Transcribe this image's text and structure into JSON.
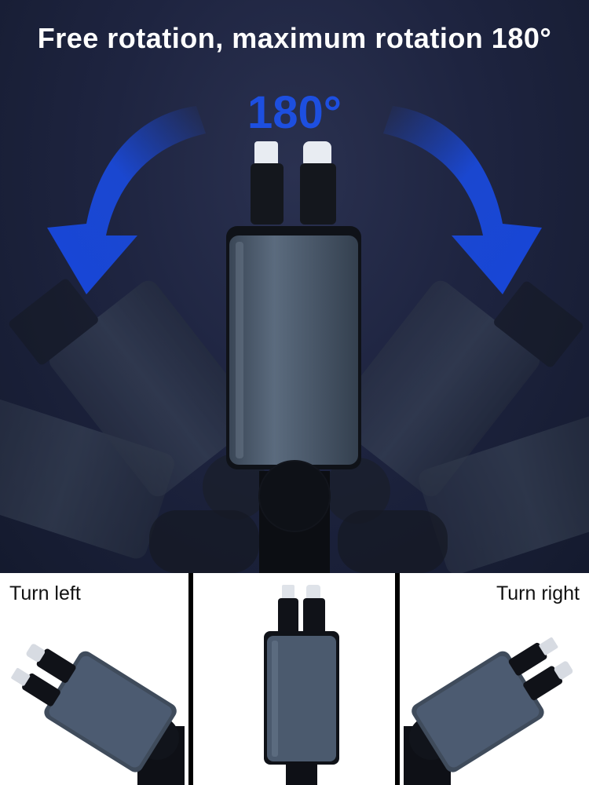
{
  "headline": "Free rotation, maximum rotation 180°",
  "angle_label": "180°",
  "panels": {
    "left_caption": "Turn left",
    "right_caption": "Turn right"
  },
  "colors": {
    "background": "#1e2440",
    "arrow": "#1a4be0",
    "body": "#4a5a6c",
    "accent_text": "#1d4fe0"
  },
  "icons": [
    "rotate-left-arrow-icon",
    "rotate-right-arrow-icon",
    "lightning-connector-icon",
    "usb-c-connector-icon"
  ]
}
